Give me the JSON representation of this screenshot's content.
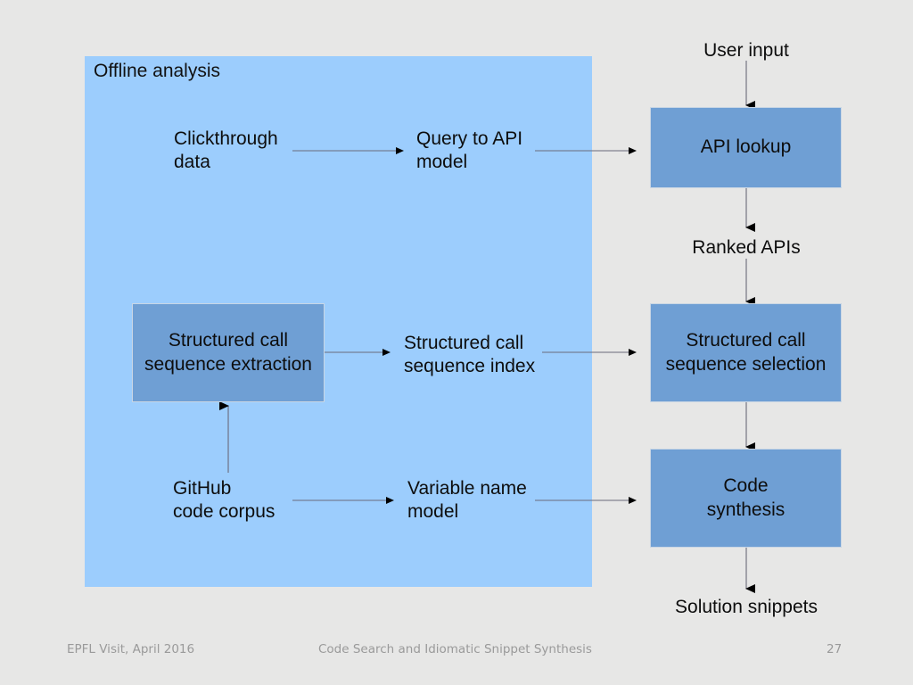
{
  "colors": {
    "background": "#e7e7e6",
    "panel_fill": "#9ccdfd",
    "box_fill": "#6f9fd4",
    "box_border": "#c9d6e4",
    "text": "#0d0d0d",
    "footer_text": "#9a9a9a",
    "connector": "#6a6a7a"
  },
  "panel": {
    "label": "Offline analysis"
  },
  "boxes": {
    "api_lookup": "API lookup",
    "sequence_extraction": "Structured call\nsequence extraction",
    "sequence_selection": "Structured call\nsequence selection",
    "code_synthesis": "Code\nsynthesis"
  },
  "labels": {
    "clickthrough_data": "Clickthrough\ndata",
    "query_to_api_model": "Query to API\nmodel",
    "sequence_index": "Structured call\nsequence index",
    "github_code_corpus": "GitHub\ncode corpus",
    "variable_name_model": "Variable name\nmodel",
    "user_input": "User input",
    "ranked_apis": "Ranked APIs",
    "solution_snippets": "Solution snippets"
  },
  "footer": {
    "left": "EPFL Visit, April 2016",
    "center": "Code Search and Idiomatic Snippet Synthesis",
    "page": "27"
  }
}
